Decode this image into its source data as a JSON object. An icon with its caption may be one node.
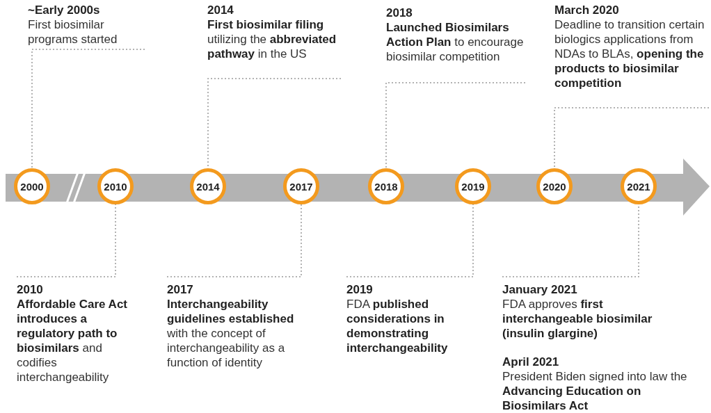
{
  "diagram": {
    "nodes": [
      {
        "text": [
          "2000"
        ]
      },
      {
        "text": [
          "2010"
        ]
      },
      {
        "text": [
          "2014"
        ]
      },
      {
        "text": [
          "2017"
        ]
      },
      {
        "text": [
          "2018"
        ]
      },
      {
        "text": [
          "2019"
        ]
      },
      {
        "text": [
          "2020"
        ]
      },
      {
        "text": [
          "2021"
        ]
      },
      {
        "text": [
          "~Early 2000s",
          "First biosimilar programs started"
        ]
      },
      {
        "text": [
          "2014",
          "**First biosimilar filing** utilizing the **abbreviated pathway** in the US"
        ]
      },
      {
        "text": [
          "2018",
          "**Launched Biosimilars Action Plan** to encourage biosimilar competition"
        ]
      },
      {
        "text": [
          "March 2020",
          "Deadline to transition certain biologics applications from NDAs to BLAs, **opening the products to biosimilar competition**"
        ]
      },
      {
        "text": [
          "2010",
          "**Affordable Care Act introduces a regulatory path to biosimilars** and codifies interchangeability"
        ]
      },
      {
        "text": [
          "2017",
          "**Interchangeability guidelines established** with the concept of interchangeability as a function of identity"
        ]
      },
      {
        "text": [
          "2019",
          "FDA **published considerations in demonstrating interchangeability**"
        ]
      },
      {
        "text": [
          "January 2021",
          "FDA approves **first interchangeable biosimilar (insulin glargine)**"
        ]
      }
    ],
    "edges": [
      {
        "from": 8,
        "to": 0,
        "arrow": "none",
        "style": "dashed"
      },
      {
        "from": 9,
        "to": 2,
        "arrow": "none",
        "style": "dashed"
      },
      {
        "from": 10,
        "to": 4,
        "arrow": "none",
        "style": "dashed"
      },
      {
        "from": 11,
        "to": 6,
        "arrow": "none",
        "style": "dashed"
      },
      {
        "from": 12,
        "to": 1,
        "arrow": "none",
        "style": "dashed"
      },
      {
        "from": 13,
        "to": 3,
        "arrow": "none",
        "style": "dashed"
      },
      {
        "from": 14,
        "to": 5,
        "arrow": "none",
        "style": "dashed"
      },
      {
        "from": 15,
        "to": 7,
        "arrow": "none",
        "style": "dashed"
      }
    ],
    "labels": [
      "April 2021",
      "President Biden signed into law the **Advancing Education on Biosimilars Act**"
    ]
  }
}
